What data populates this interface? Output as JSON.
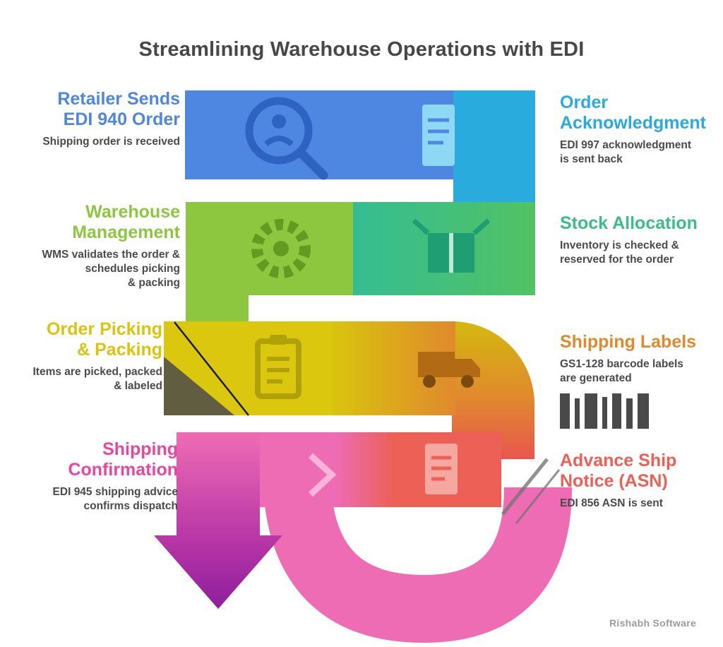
{
  "title": "Streamlining Warehouse Operations with EDI",
  "watermark": "Rishabh Software",
  "palette": {
    "blue": "#4d87e2",
    "cyan": "#29abdd",
    "emerald": "#3bbd85",
    "green": "#8dc63f",
    "yellow": "#d9c40e",
    "orange": "#e0892d",
    "red": "#ec6056",
    "pink": "#ee6cb4",
    "magenta": "#a12bb0",
    "text_dark": "#4a4a4a"
  },
  "steps": [
    {
      "id": 1,
      "side": "left",
      "color": "#4d87e2",
      "heading": "Retailer Sends\nEDI 940 Order",
      "desc": "Shipping order is received",
      "icon": "magnifier-icon"
    },
    {
      "id": 2,
      "side": "right",
      "color": "#29abdd",
      "heading": "Order\nAcknowledgment",
      "desc": "EDI 997 acknowledgment\nis sent back",
      "icon": "document-icon"
    },
    {
      "id": 3,
      "side": "right",
      "color": "#3bbd85",
      "heading": "Stock Allocation",
      "desc": "Inventory is checked &\nreserved for the order",
      "icon": "package-icon"
    },
    {
      "id": 4,
      "side": "left",
      "color": "#8dc63f",
      "heading": "Warehouse\nManagement",
      "desc": "WMS validates the order &\nschedules picking\n& packing",
      "icon": "gear-icon"
    },
    {
      "id": 5,
      "side": "left",
      "color": "#d9c40e",
      "heading": "Order Picking\n& Packing",
      "desc": "Items are picked, packed\n& labeled",
      "icon": "checklist-icon"
    },
    {
      "id": 6,
      "side": "right",
      "color": "#e0892d",
      "heading": "Shipping Labels",
      "desc": "GS1-128 barcode labels\nare generated",
      "icon": "truck-icon"
    },
    {
      "id": 7,
      "side": "right",
      "color": "#ec6056",
      "heading": "Advance Ship\nNotice (ASN)",
      "desc": "EDI 856 ASN is sent",
      "icon": "invoice-icon"
    },
    {
      "id": 8,
      "side": "left",
      "color": "#e8479e",
      "heading": "Shipping\nConfirmation",
      "desc": "EDI 945 shipping advice\nconfirms dispatch",
      "icon": "down-arrow-icon"
    }
  ]
}
